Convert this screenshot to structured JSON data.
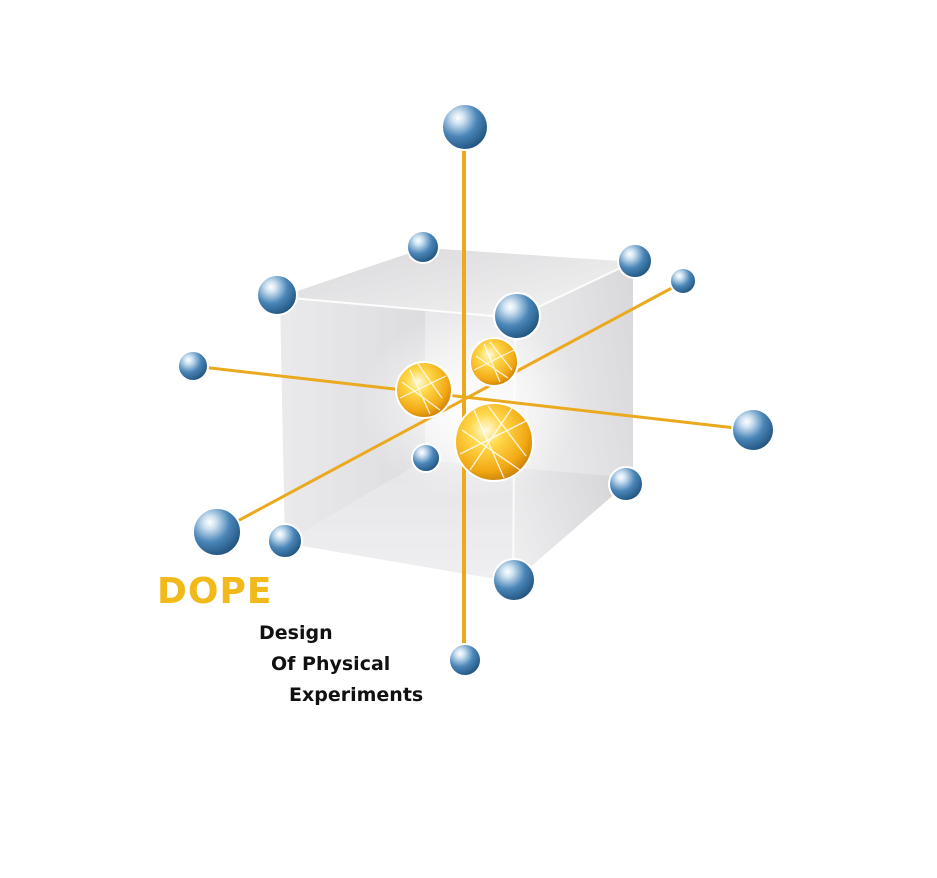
{
  "logo": {
    "acronym": "DOPE",
    "tagline": [
      "Design",
      "Of Physical",
      "Experiments"
    ]
  },
  "colors": {
    "accent": "#f2b91a",
    "axis": "#eba91f",
    "sphere_blue": "#4a86b8",
    "sphere_gold": "#f6b81c",
    "cube_face": "#e8e8ea",
    "text": "#111111"
  },
  "icons": {
    "cube": "design-cube-icon",
    "center_points": "gold-sphere-icon",
    "factorial_points": "blue-sphere-icon"
  }
}
